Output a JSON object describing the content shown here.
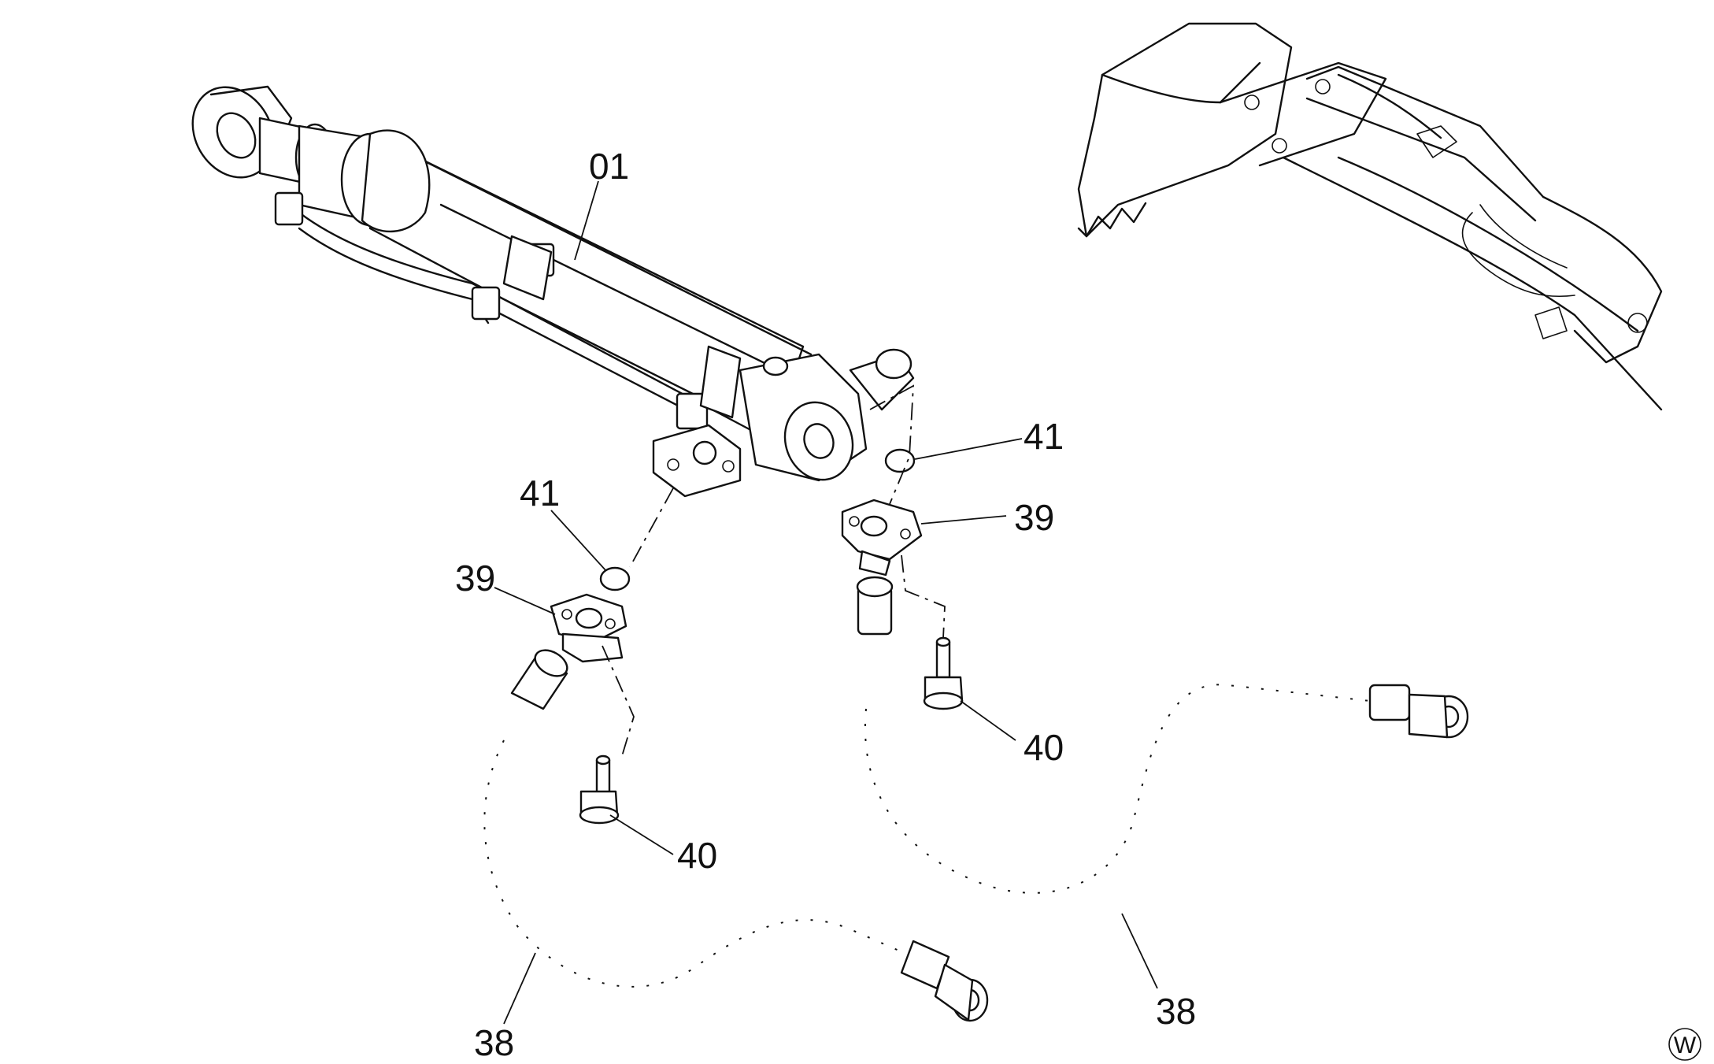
{
  "callouts": {
    "cylinder": "01",
    "o_ring_right": "41",
    "o_ring_left": "41",
    "split_flange_right": "39",
    "split_flange_left": "39",
    "bolt_right": "40",
    "bolt_left": "40",
    "hose_left": "38",
    "hose_right": "38"
  },
  "corner_mark": "W"
}
